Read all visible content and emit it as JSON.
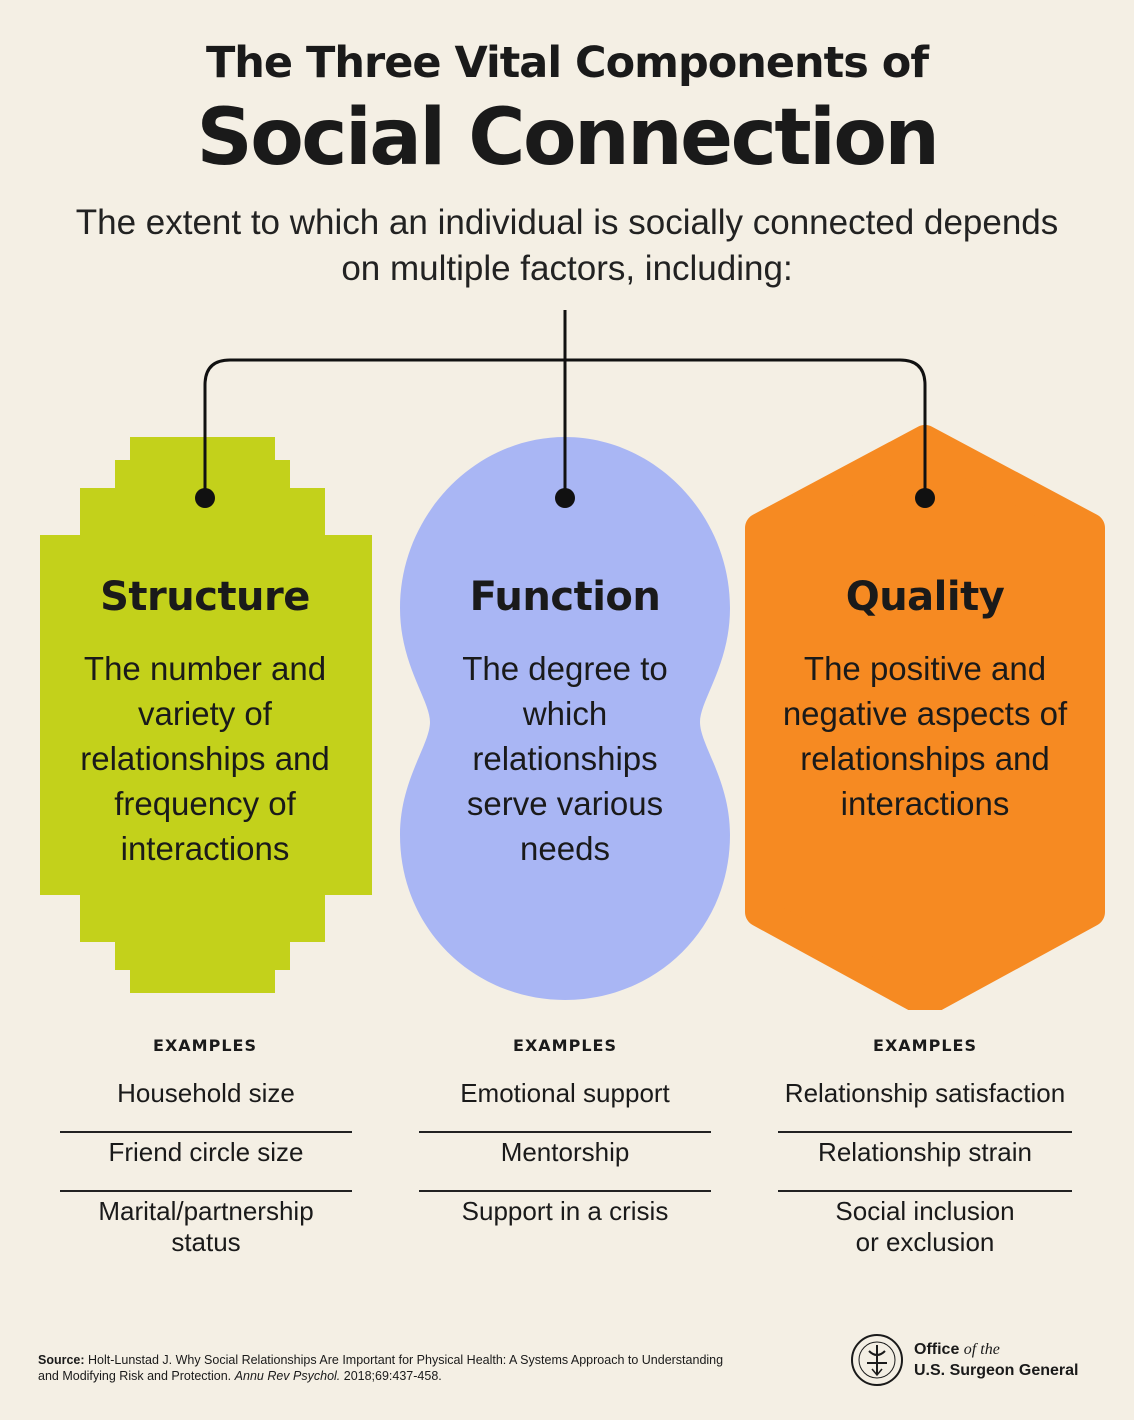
{
  "header": {
    "title_line1": "The Three Vital Components of",
    "title_line2": "Social Connection",
    "subtitle": "The extent to which an individual is socially connected depends on multiple factors, including:"
  },
  "components": [
    {
      "title": "Structure",
      "description": "The number and variety of relationships and frequency of interactions",
      "color": "#c3d11b",
      "examples_heading": "EXAMPLES",
      "examples": [
        "Household size",
        "Friend circle size",
        "Marital/partnership status"
      ]
    },
    {
      "title": "Function",
      "description": "The degree to which relationships serve various needs",
      "color": "#a9b6f4",
      "examples_heading": "EXAMPLES",
      "examples": [
        "Emotional support",
        "Mentorship",
        "Support in a crisis"
      ]
    },
    {
      "title": "Quality",
      "description": "The positive and negative aspects of relationships and interactions",
      "color": "#f68a22",
      "examples_heading": "EXAMPLES",
      "examples": [
        "Relationship satisfaction",
        "Relationship strain",
        "Social inclusion or exclusion"
      ]
    }
  ],
  "footer": {
    "source_label": "Source:",
    "source_text": "Holt-Lunstad J. Why Social Relationships Are Important for Physical Health: A Systems Approach to Understanding and Modifying Risk and Protection.",
    "source_journal": "Annu Rev Psychol.",
    "source_citation": "2018;69:437-458.",
    "office_line1_a": "Office",
    "office_line1_b": "of the",
    "office_line2": "U.S. Surgeon General"
  }
}
